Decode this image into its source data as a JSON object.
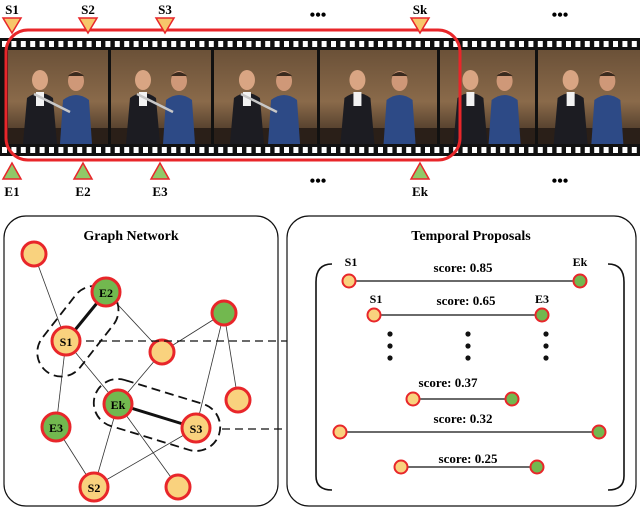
{
  "top_markers": [
    "S1",
    "S2",
    "S3",
    "Sk"
  ],
  "bottom_markers": [
    "E1",
    "E2",
    "E3",
    "Ek"
  ],
  "ellipsis": "•••",
  "graph_panel": {
    "title": "Graph Network",
    "labels": {
      "e2": "E2",
      "s1": "S1",
      "ek": "Ek",
      "s3": "S3",
      "e3": "E3",
      "s2": "S2"
    }
  },
  "proposal_panel": {
    "title": "Temporal Proposals",
    "start_label_1": "S1",
    "end_label_1": "Ek",
    "start_label_2": "S1",
    "end_label_2": "E3",
    "scores": [
      "score: 0.85",
      "score: 0.65",
      "score: 0.37",
      "score: 0.32",
      "score: 0.25"
    ]
  },
  "colors": {
    "start_node": "#f9d27e",
    "end_node": "#72b84f",
    "node_ring": "#e8262a",
    "marker_start": "#f7c66a",
    "marker_end": "#90c968",
    "marker_stroke": "#e8262a",
    "film": "#111111",
    "highlight": "#e8262a"
  }
}
